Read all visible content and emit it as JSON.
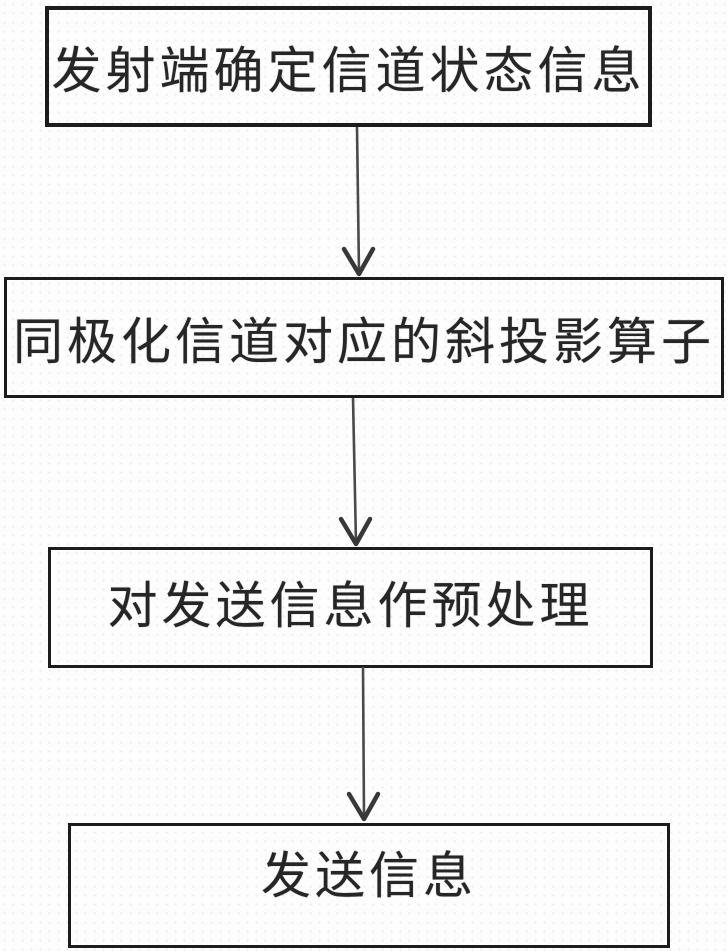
{
  "diagram": {
    "type": "flowchart",
    "direction": "top-down",
    "steps": [
      {
        "id": 1,
        "label": "发射端确定信道状态信息"
      },
      {
        "id": 2,
        "label": "同极化信道对应的斜投影算子"
      },
      {
        "id": 3,
        "label": "对发送信息作预处理"
      },
      {
        "id": 4,
        "label": "发送信息"
      }
    ],
    "connections": [
      {
        "from": 1,
        "to": 2,
        "style": "straight-down-arrow"
      },
      {
        "from": 2,
        "to": 3,
        "style": "straight-down-arrow"
      },
      {
        "from": 3,
        "to": 4,
        "style": "straight-down-arrow"
      }
    ],
    "colors": {
      "background": "#fdfdfd",
      "box_border": "#1c1c1c",
      "text": "#262626",
      "arrow": "#3d3d3d"
    }
  }
}
